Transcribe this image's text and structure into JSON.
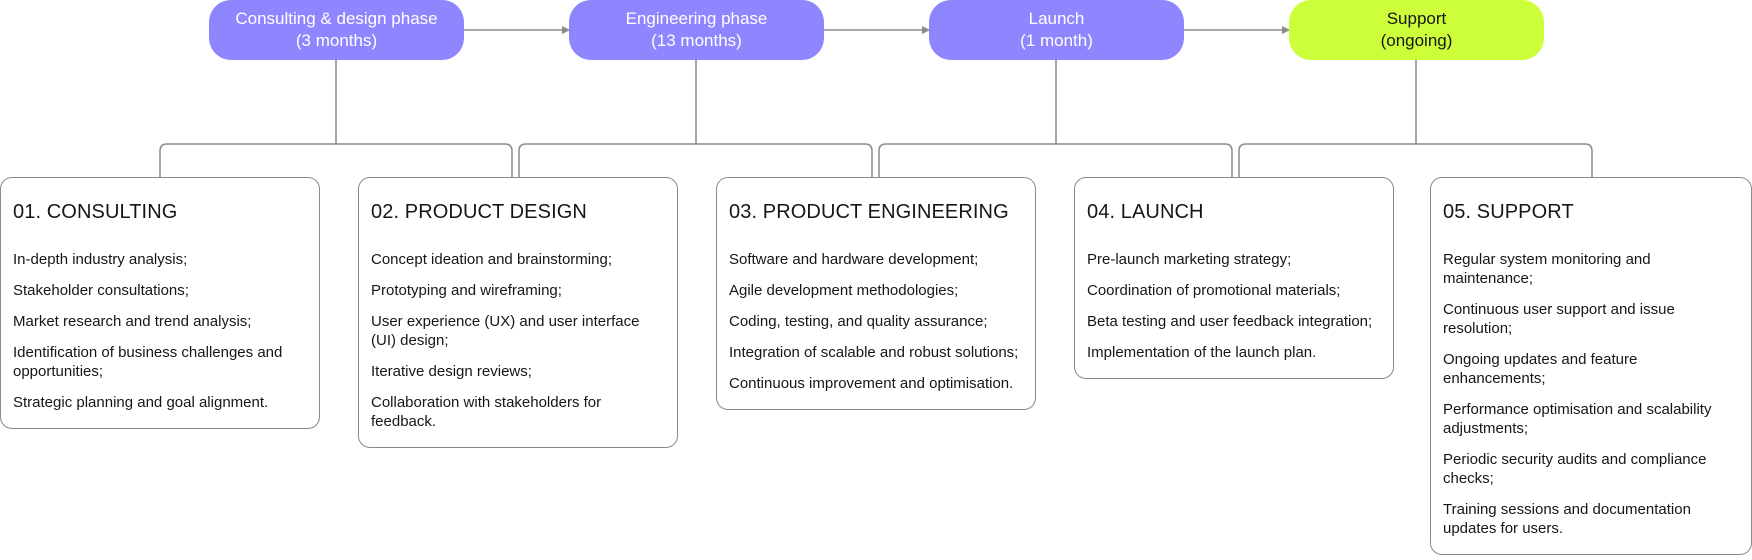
{
  "colors": {
    "phase_purple": "#8f86ff",
    "phase_green": "#cdfe3a",
    "line": "#8a8a8a",
    "card_border": "#8a8a8a",
    "text": "#161616"
  },
  "phases": [
    {
      "label": "Consulting & design phase",
      "duration": "(3 months)"
    },
    {
      "label": "Engineering phase",
      "duration": "(13 months)"
    },
    {
      "label": "Launch",
      "duration": "(1 month)"
    },
    {
      "label": "Support",
      "duration": "(ongoing)"
    }
  ],
  "cards": [
    {
      "title": "01. CONSULTING",
      "items": [
        "In-depth industry analysis;",
        "Stakeholder consultations;",
        "Market research and trend analysis;",
        "Identification of business challenges and opportunities;",
        "Strategic planning and goal alignment."
      ]
    },
    {
      "title": "02. PRODUCT DESIGN",
      "items": [
        "Concept ideation and brainstorming;",
        "Prototyping and wireframing;",
        "User experience (UX) and user interface (UI) design;",
        "Iterative design reviews;",
        "Collaboration with stakeholders for feedback."
      ]
    },
    {
      "title": "03. PRODUCT ENGINEERING",
      "items": [
        "Software and hardware development;",
        "Agile development methodologies;",
        "Coding, testing, and quality assurance;",
        "Integration of scalable and robust solutions;",
        "Continuous improvement and optimisation."
      ]
    },
    {
      "title": "04. LAUNCH",
      "items": [
        "Pre-launch marketing strategy;",
        "Coordination of promotional materials;",
        "Beta testing and user feedback integration;",
        "Implementation of the launch plan."
      ]
    },
    {
      "title": "05. SUPPORT",
      "items": [
        "Regular system monitoring and maintenance;",
        "Continuous user support and issue resolution;",
        "Ongoing updates and feature enhancements;",
        "Performance optimisation and scalability adjustments;",
        "Periodic security audits and compliance checks;",
        "Training sessions and documentation updates for users."
      ]
    }
  ]
}
